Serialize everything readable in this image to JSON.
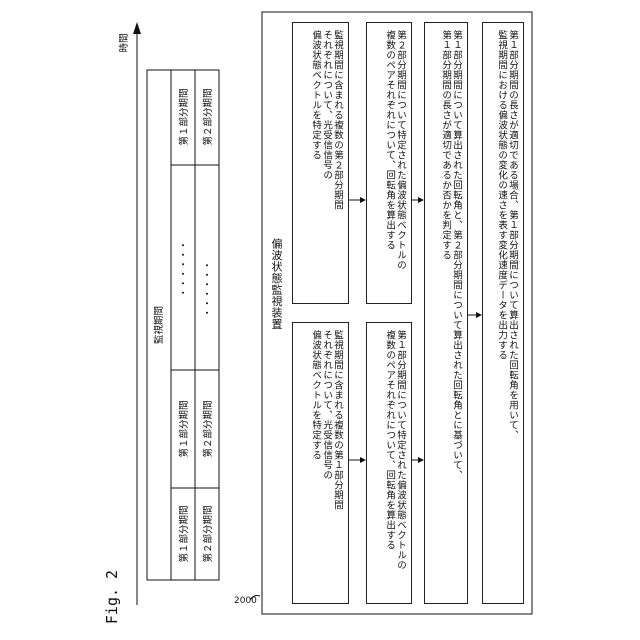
{
  "figure_label": "Fig. 2",
  "time_axis": {
    "label": "時間"
  },
  "timeline": {
    "header": "監視期間",
    "row1": [
      "第１部分期間",
      "第１部分期間",
      "・・・・・・",
      "第１部分期間"
    ],
    "row2": [
      "第２部分期間",
      "第２部分期間",
      "・・・・・・",
      "第２部分期間"
    ]
  },
  "device": {
    "ref_number": "2000",
    "title": "偏波状態監視装置",
    "steps": [
      {
        "top": "監視期間に含まれる複数の第１部分期間\nそれぞれについて、光受信信号の\n偏波状態ベクトルを特定する",
        "bottom": "監視期間に含まれる複数の第２部分期間\nそれぞれについて、光受信信号の\n偏波状態ベクトルを特定する"
      },
      {
        "top": "第１部分期間について特定された偏波状態ベクトルの\n複数のペアそれぞれについて、回転角を算出する",
        "bottom": "第２部分期間について特定された偏波状態ベクトルの\n複数のペアそれぞれについて、回転角を算出する"
      },
      {
        "full": "第１部分期間について算出された回転角と、第２部分期間について算出された回転角とに基づいて、\n第１部分期間の長さが適切であるか否かを判定する"
      },
      {
        "full": "第１部分期間の長さが適切である場合、第１部分期間について算出された回転角を用いて、\n監視期間における偏波状態の変化の速さを表す変化速度データを出力する"
      }
    ]
  }
}
